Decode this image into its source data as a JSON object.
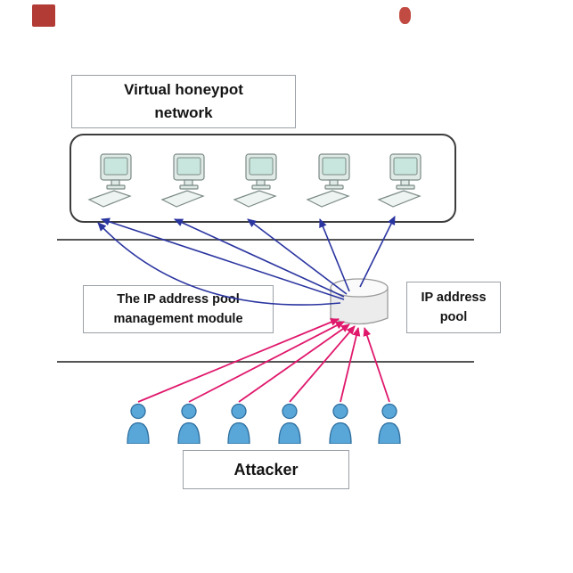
{
  "diagram": {
    "labels": {
      "honeypot_network": "Virtual honeypot network",
      "management_module": "The IP address pool management module",
      "ip_pool": "IP address pool",
      "attacker": "Attacker"
    },
    "colors": {
      "honeypot-arrow": "#2b35a0",
      "attacker-arrow": "#e0186c",
      "box-border": "#9aa0a6",
      "container-border": "#3c3c3c",
      "divider": "#555555",
      "text": "#141414",
      "computer-body": "#dfe9e6",
      "computer-screen": "#c9e6de",
      "person-fill": "#58a7d8",
      "person-stroke": "#2f6f9f",
      "cylinder-body": "#ececec",
      "cylinder-top": "#fafafa",
      "cylinder-stroke": "#9b9b9b"
    },
    "counts": {
      "honeypots": 5,
      "attackers": 6
    }
  }
}
